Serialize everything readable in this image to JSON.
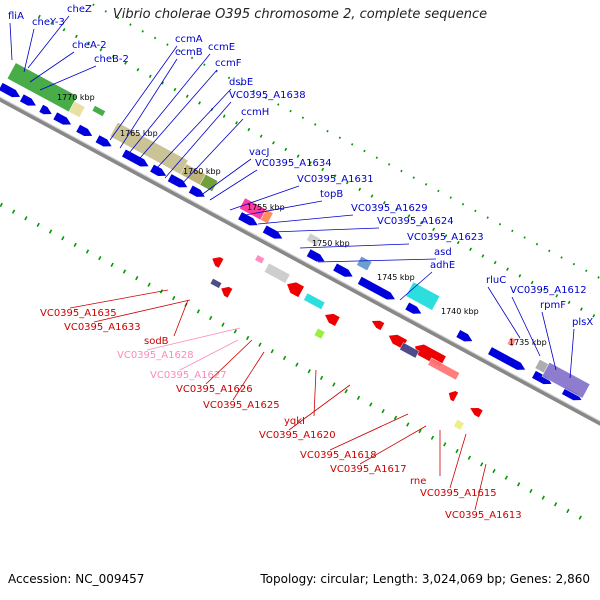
{
  "title": "Vibrio cholerae O395 chromosome 2, complete sequence",
  "footer": {
    "accession": "Accession: NC_009457",
    "summary": "Topology: circular; Length: 3,024,069 bp; Genes: 2,860"
  },
  "colors": {
    "upper_labels": "#0000cc",
    "lower_labels": "#cc0000",
    "pseudo_labels": "#ff88bb",
    "backbone": "#888888",
    "forward_arrows": "#0000dd",
    "reverse_arrows": "#ee0000",
    "ticks": "#009900"
  },
  "ruler": {
    "labels": [
      "1770 kbp",
      "1765 kbp",
      "1760 kbp",
      "1755 kbp",
      "1750 kbp",
      "1745 kbp",
      "1740 kbp",
      "1735 kbp"
    ]
  },
  "upper_genes": [
    "fliA",
    "cheZ",
    "cheY-3",
    "cheA-2",
    "cheB-2",
    "ccmA",
    "ccmB",
    "ccmE",
    "ccmF",
    "dsbE",
    "VC0395_A1638",
    "ccmH",
    "vacJ",
    "VC0395_A1634",
    "VC0395_A1631",
    "topB",
    "VC0395_A1629",
    "VC0395_A1624",
    "VC0395_A1623",
    "asd",
    "adhE",
    "rluC",
    "VC0395_A1612",
    "rpmF",
    "plsX"
  ],
  "lower_genes": [
    "VC0395_A1635",
    "VC0395_A1633",
    "sodB",
    "VC0395_A1628",
    "VC0395_A1627",
    "VC0395_A1626",
    "VC0395_A1625",
    "yqkI",
    "VC0395_A1620",
    "VC0395_A1618",
    "VC0395_A1617",
    "rne",
    "VC0395_A1615",
    "VC0395_A1613"
  ]
}
